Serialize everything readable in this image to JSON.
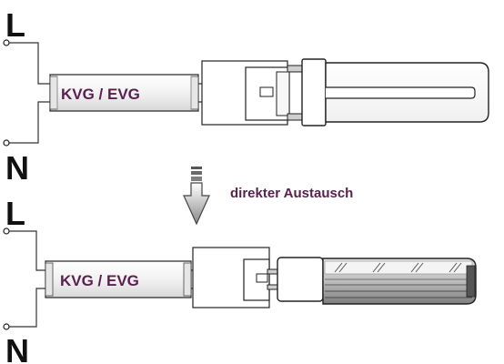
{
  "top": {
    "line_label": "L",
    "neutral_label": "N",
    "ballast_label": "KVG / EVG"
  },
  "arrow": {
    "caption": "direkter Austausch"
  },
  "bottom": {
    "line_label": "L",
    "neutral_label": "N",
    "ballast_label": "KVG / EVG"
  },
  "colors": {
    "label_purple": "#5a1f4f",
    "line": "#222222",
    "tube_gray": "#9a9a9a"
  }
}
